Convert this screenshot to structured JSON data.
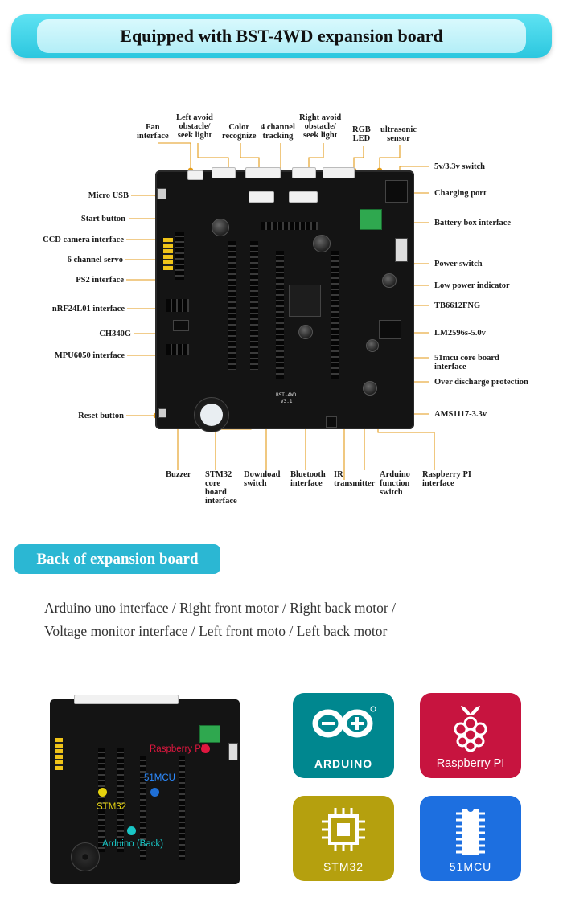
{
  "banner": {
    "title": "Equipped with BST-4WD expansion board"
  },
  "callouts": {
    "fan": "Fan\ninterface",
    "left_avoid": "Left avoid\nobstacle/\nseek light",
    "color": "Color\nrecognize",
    "tracking": "4 channel\ntracking",
    "right_avoid": "Right avoid\nobstacle/\nseek light",
    "rgb": "RGB\nLED",
    "ultrasonic": "ultrasonic\nsensor",
    "micro_usb": "Micro USB",
    "start_button": "Start button",
    "ccd": "CCD camera interface",
    "servo": "6 channel servo",
    "ps2": "PS2 interface",
    "nrf": "nRF24L01 interface",
    "ch340": "CH340G",
    "mpu": "MPU6050 interface",
    "reset": "Reset button",
    "switch_5v": "5v/3.3v switch",
    "charging": "Charging port",
    "battery": "Battery box interface",
    "power_switch": "Power switch",
    "low_power": "Low power indicator",
    "tb6612": "TB6612FNG",
    "lm2596": "LM2596s-5.0v",
    "core51": "51mcu core board\ninterface",
    "over_discharge": "Over discharge protection",
    "ams": "AMS1117-3.3v",
    "buzzer": "Buzzer",
    "stm32_core": "STM32\ncore\nboard\ninterface",
    "download": "Download\nswitch",
    "bluetooth": "Bluetooth\ninterface",
    "ir": "IR\ntransmitter",
    "arduino_func": "Arduino\nfunction\nswitch",
    "rpi": "Raspberry PI\ninterface"
  },
  "section2": {
    "heading": "Back of expansion board",
    "line1": "Arduino uno interface / Right front motor / Right back motor /",
    "line2": "Voltage monitor interface / Left front moto / Left back motor"
  },
  "small_board": {
    "labels": {
      "rpi": "Raspberry PI",
      "mcu51": "51MCU",
      "stm32": "STM32",
      "arduino": "Arduino (Back)"
    },
    "colors": {
      "rpi": "#e0173f",
      "mcu51": "#1f6fd6",
      "stm32": "#e5d20e",
      "arduino": "#19c7c7"
    }
  },
  "tiles": [
    {
      "label": "ARDUINO",
      "color": "#00878f",
      "icon": "arduino-logo"
    },
    {
      "label": "Raspberry PI",
      "color": "#c7143f",
      "icon": "raspberry-logo"
    },
    {
      "label": "STM32",
      "color": "#b5a00e",
      "icon": "chip-icon"
    },
    {
      "label": "51MCU",
      "color": "#1d6fe0",
      "icon": "dip-chip-icon"
    }
  ],
  "board_text": {
    "model": "BST-4WD",
    "version": "V3.1"
  }
}
